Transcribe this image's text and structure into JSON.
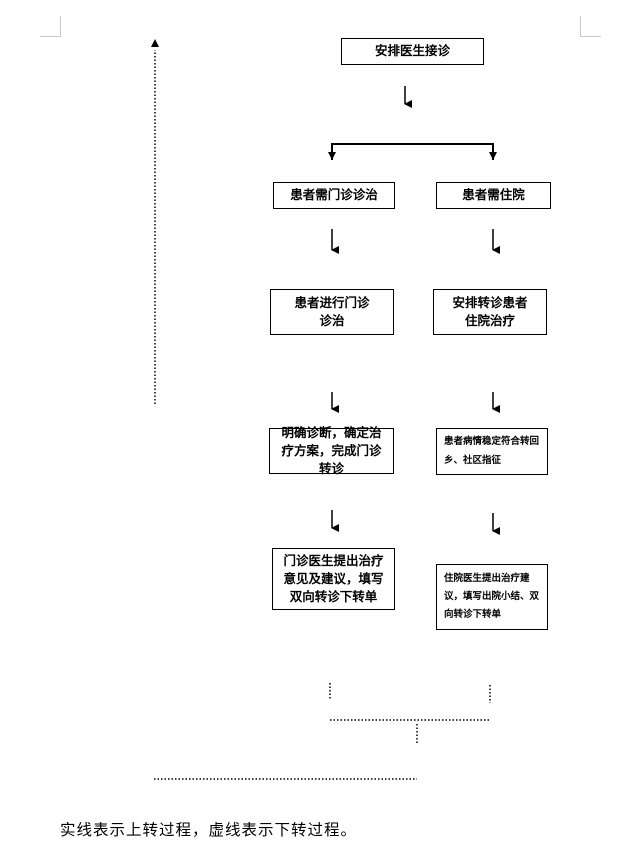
{
  "nodes": {
    "start": "安排医生接诊",
    "outpatient_need": "患者需门诊诊治",
    "inpatient_need": "患者需住院",
    "outpatient_treat": "患者进行门诊诊治",
    "inpatient_transfer": "安排转诊患者住院治疗",
    "outpatient_diagnosis": "明确诊断，确定治疗方案，完成门诊转诊",
    "inpatient_stable": "患者病情稳定符合转回乡、社区指征",
    "outpatient_doctor": "门诊医生提出治疗意见及建议，填写双向转诊下转单",
    "inpatient_doctor": "住院医生提出治疗建议，填写出院小结、双向转诊下转单"
  },
  "caption": "实线表示上转过程，虚线表示下转过程。"
}
